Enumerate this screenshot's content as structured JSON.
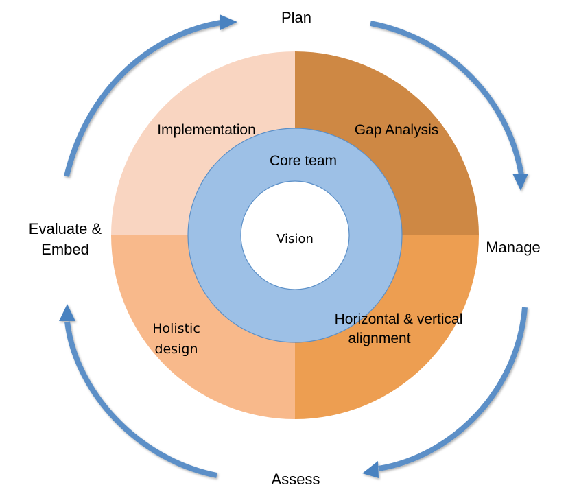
{
  "cycle": {
    "stages": {
      "top": "Plan",
      "right": "Manage",
      "bottom": "Assess",
      "left_line1": "Evaluate &",
      "left_line2": "Embed"
    },
    "arrow_color": "#5b8fc7"
  },
  "outer_ring": {
    "segments": [
      {
        "name": "top-left",
        "label_lines": [
          "Implementation"
        ],
        "color": "#f9d5c1"
      },
      {
        "name": "top-right",
        "label_lines": [
          "Gap Analysis"
        ],
        "color": "#ce8844"
      },
      {
        "name": "bottom-right",
        "label_lines": [
          "Horizontal & vertical",
          "alignment"
        ],
        "color": "#ed9e51"
      },
      {
        "name": "bottom-left",
        "label_lines": [
          "Holistic",
          "design"
        ],
        "color": "#f8b98b"
      }
    ]
  },
  "middle_ring": {
    "label": "Core team",
    "color": "#9dc0e6",
    "stroke": "#5b8fc7"
  },
  "center": {
    "label": "Vision",
    "color": "#ffffff"
  }
}
